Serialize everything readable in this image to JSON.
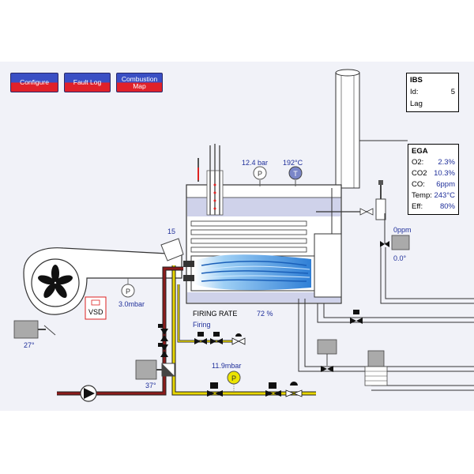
{
  "buttons": {
    "configure": "Configure",
    "fault_log": "Fault Log",
    "combustion_map": "Combustion Map"
  },
  "ibs": {
    "title": "IBS",
    "id_label": "Id:",
    "id_value": "5",
    "lag_label": "Lag"
  },
  "ega": {
    "title": "EGA",
    "rows": [
      {
        "label": "O2:",
        "value": "2.3%"
      },
      {
        "label": "CO2",
        "value": "10.3%"
      },
      {
        "label": "CO:",
        "value": "6ppm"
      },
      {
        "label": "Temp:",
        "value": "243°C"
      },
      {
        "label": "Eff:",
        "value": "80%"
      }
    ]
  },
  "readings": {
    "steam_pressure": "12.4 bar",
    "steam_temp": "192°C",
    "air_damper": "15",
    "fan_pressure": "3.0mbar",
    "firing_rate_label": "FIRING RATE",
    "firing_rate_value": "72 %",
    "firing_status": "Firing",
    "gas_pressure": "11.9mbar",
    "vsd_label": "VSD",
    "fan_angle": "27°",
    "pump_angle": "37°",
    "water_level_ppm": "0ppm",
    "water_angle": "0.0°"
  },
  "gauge_letters": {
    "pressure": "P",
    "temperature": "T"
  },
  "colors": {
    "button_top": "#3a4fc4",
    "button_bottom": "#e0212a",
    "flame": "#2f7fd6",
    "gas_line": "#e8d600",
    "oil_line": "#8b1b1b",
    "value_text": "#1f2f9a"
  }
}
